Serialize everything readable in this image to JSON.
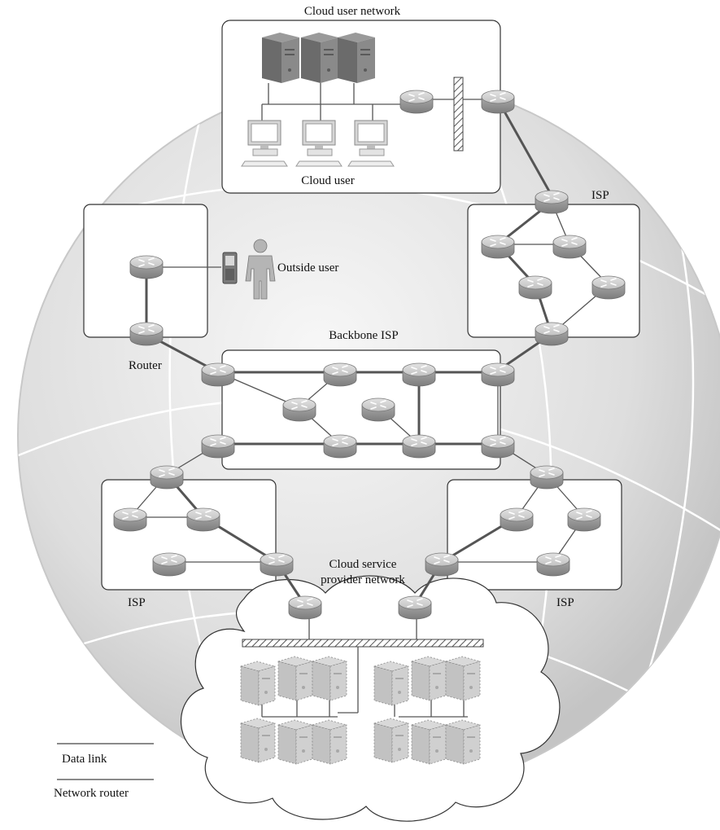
{
  "labels": {
    "cloud_user_network": "Cloud user network",
    "cloud_user": "Cloud user",
    "isp_top_right": "ISP",
    "outside_user": "Outside user",
    "router": "Router",
    "backbone_isp": "Backbone ISP",
    "cloud_service_line1": "Cloud service",
    "cloud_service_line2": "provider network",
    "isp_bottom_left": "ISP",
    "isp_bottom_right": "ISP"
  },
  "legend": {
    "data_link": "Data link",
    "network_router": "Network router"
  },
  "icons": {
    "router": "router-icon",
    "server": "server-icon",
    "workstation": "workstation-icon",
    "firewall": "firewall-icon",
    "phone": "mobile-phone-icon",
    "person": "person-icon"
  },
  "colors": {
    "globe": "#dcdcdc",
    "box_border": "#333333",
    "router_body": "#b8b8b8",
    "link": "#555555"
  }
}
